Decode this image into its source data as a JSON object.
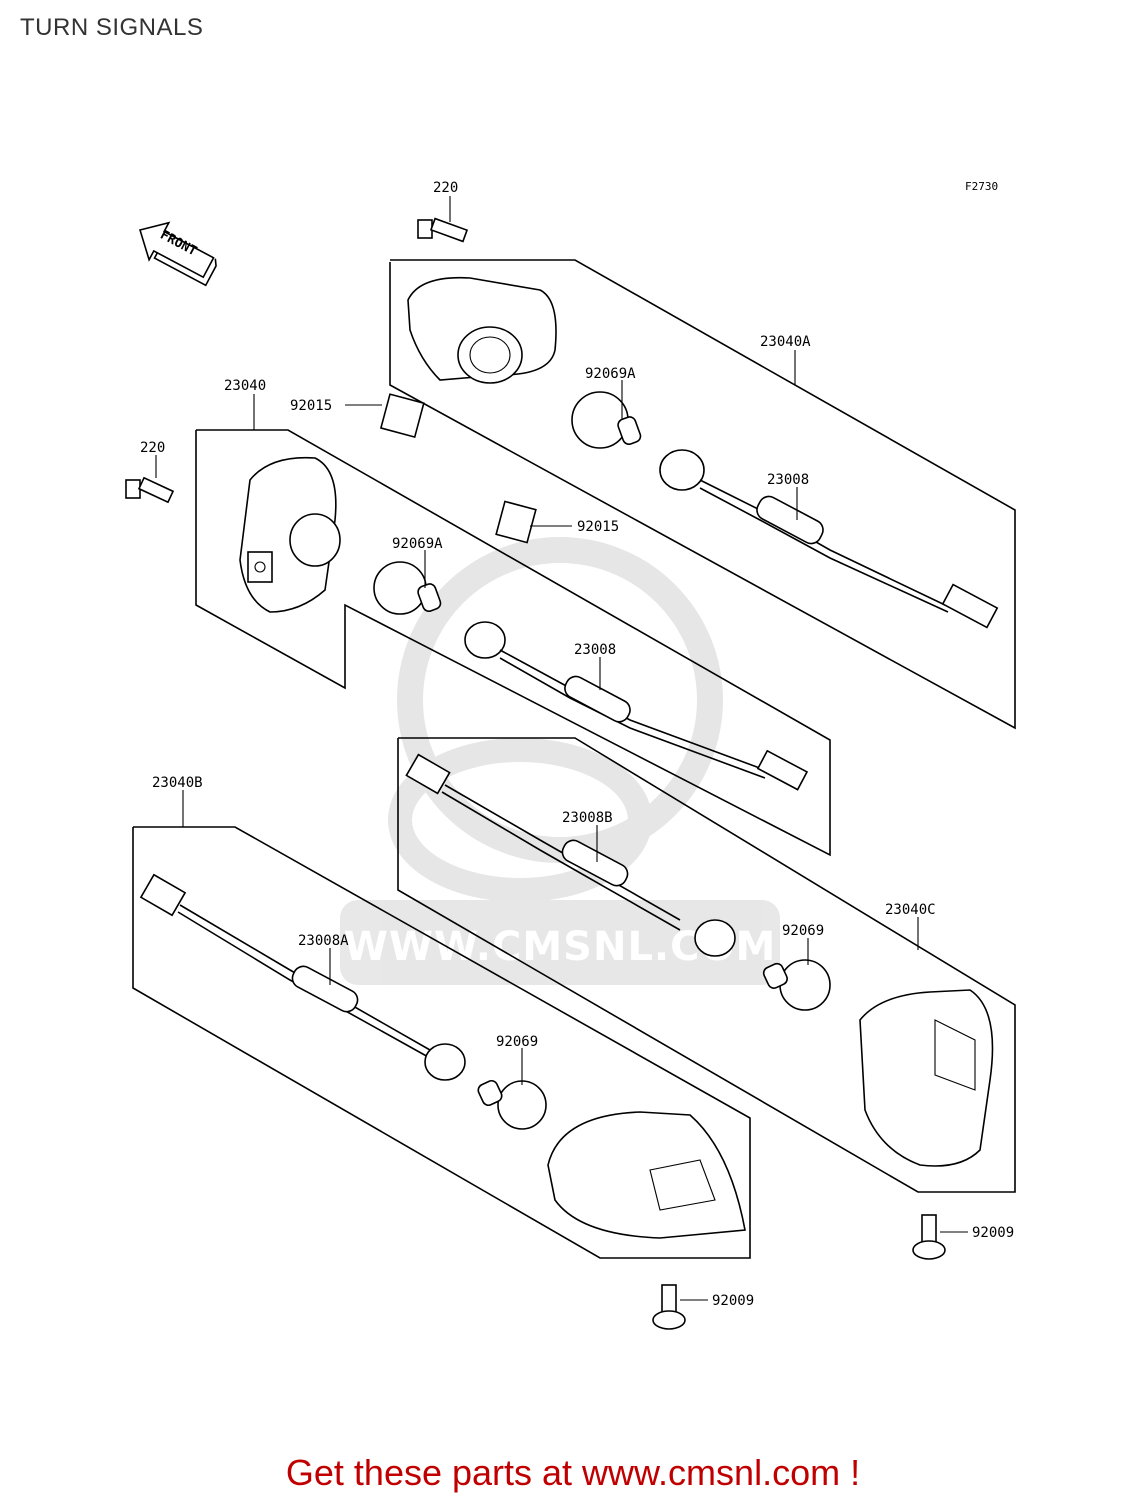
{
  "title": "TURN SIGNALS",
  "figure_code": "F2730",
  "front_label": "FRONT",
  "watermark": "WWW.CMSNL.COM",
  "callouts": {
    "screw_top": "220",
    "screw_left": "220",
    "assy_a": "23040A",
    "assy": "23040",
    "assy_b": "23040B",
    "assy_c": "23040C",
    "clip_upper": "92015",
    "clip_lower": "92015",
    "bulb_a_upper": "92069A",
    "bulb_a_lower": "92069A",
    "socket_upper": "23008",
    "socket_lower": "23008",
    "socket_b": "23008B",
    "socket_a": "23008A",
    "bulb_c": "92069",
    "bulb_b": "92069",
    "bolt_c": "92009",
    "bolt_b": "92009"
  },
  "footer": "Get these parts at www.cmsnl.com !",
  "colors": {
    "footer": "#c00000",
    "title": "#333333",
    "watermark": "#d8d8d8"
  }
}
